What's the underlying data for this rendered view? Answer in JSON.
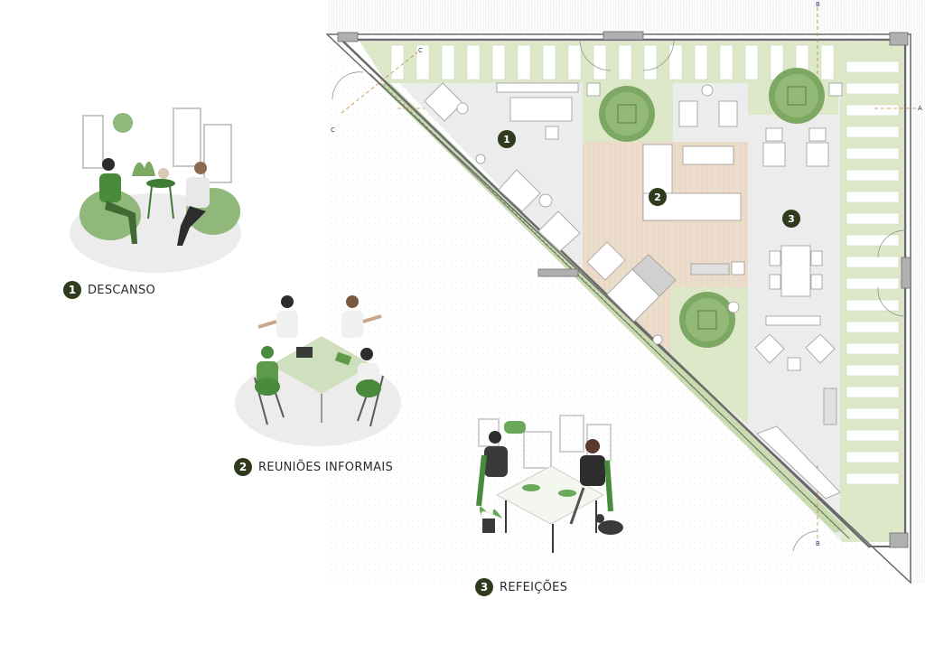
{
  "legend": [
    {
      "num": "1",
      "label": "DESCANSO"
    },
    {
      "num": "2",
      "label": "REUNIÕES INFORMAIS"
    },
    {
      "num": "3",
      "label": "REFEIÇÕES"
    }
  ],
  "plan_markers": [
    "1",
    "2",
    "3"
  ],
  "section_marks": {
    "a": "A",
    "b": "B",
    "c": "C"
  },
  "colors": {
    "accent_dark": "#2f3a1f",
    "green": "#5f9a4a",
    "light_green": "#dde8c8",
    "floor_grey": "#ececec",
    "wood": "#ecdccb",
    "wall": "#6a6a6a"
  }
}
